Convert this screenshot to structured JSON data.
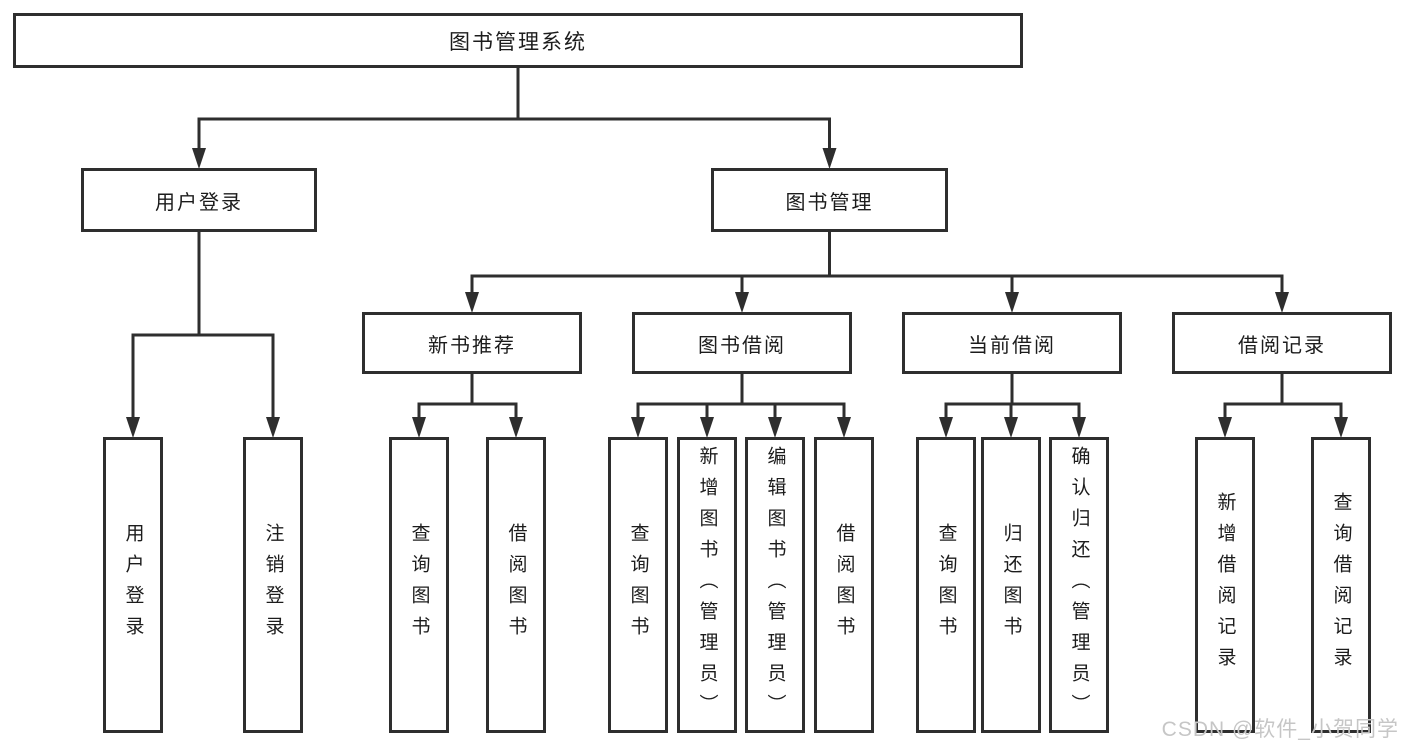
{
  "diagram": {
    "title": "图书管理系统",
    "type": "functional-structure-tree",
    "watermark": "CSDN @软件_小贺同学",
    "colors": {
      "line": "#2e2e2e",
      "text": "#1c1c1c",
      "box_fill": "#ffffff",
      "background": "#ffffff",
      "watermark": "#c6c6c6"
    },
    "nodes": [
      {
        "id": "root",
        "label": "图书管理系统",
        "parent": null
      },
      {
        "id": "user-login",
        "label": "用户登录",
        "parent": "root"
      },
      {
        "id": "book-management",
        "label": "图书管理",
        "parent": "root"
      },
      {
        "id": "user-login-leaf",
        "label": "用户登录",
        "parent": "user-login"
      },
      {
        "id": "logout-leaf",
        "label": "注销登录",
        "parent": "user-login"
      },
      {
        "id": "new-book-recommend",
        "label": "新书推荐",
        "parent": "book-management"
      },
      {
        "id": "book-borrow",
        "label": "图书借阅",
        "parent": "book-management"
      },
      {
        "id": "current-borrow",
        "label": "当前借阅",
        "parent": "book-management"
      },
      {
        "id": "borrow-records",
        "label": "借阅记录",
        "parent": "book-management"
      },
      {
        "id": "query-books-1",
        "label": "查询图书",
        "parent": "new-book-recommend"
      },
      {
        "id": "borrow-books-1",
        "label": "借阅图书",
        "parent": "new-book-recommend"
      },
      {
        "id": "query-books-2",
        "label": "查询图书",
        "parent": "book-borrow"
      },
      {
        "id": "add-books",
        "label": "新增图书（管理员）",
        "parent": "book-borrow"
      },
      {
        "id": "edit-books",
        "label": "编辑图书（管理员）",
        "parent": "book-borrow"
      },
      {
        "id": "borrow-books-2",
        "label": "借阅图书",
        "parent": "book-borrow"
      },
      {
        "id": "query-books-3",
        "label": "查询图书",
        "parent": "current-borrow"
      },
      {
        "id": "return-books",
        "label": "归还图书",
        "parent": "current-borrow"
      },
      {
        "id": "confirm-return",
        "label": "确认归还（管理员）",
        "parent": "current-borrow"
      },
      {
        "id": "add-borrow-record",
        "label": "新增借阅记录",
        "parent": "borrow-records"
      },
      {
        "id": "query-borrow-record",
        "label": "查询借阅记录",
        "parent": "borrow-records"
      }
    ]
  }
}
